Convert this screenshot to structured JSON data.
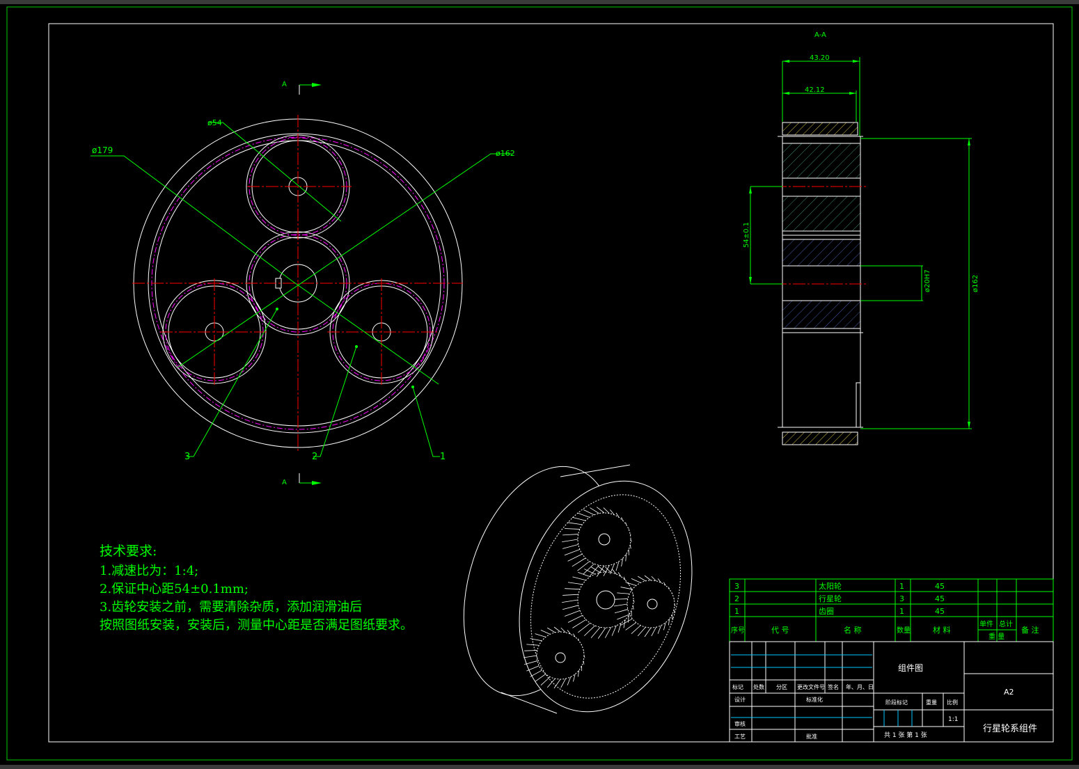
{
  "sheet": {
    "section_label": "A-A",
    "cut_marks": [
      "A",
      "A"
    ]
  },
  "front_view": {
    "dims": {
      "d54": "ø54",
      "d179": "ø179",
      "d162": "ø162"
    },
    "balloons": [
      "3",
      "2",
      "1"
    ]
  },
  "section_view": {
    "dims": {
      "w1": "43.20",
      "w2": "42.12",
      "center": "54±0.1",
      "bore": "ø20H7",
      "pitch": "ø162"
    }
  },
  "tech_requirements": {
    "title": "技术要求:",
    "lines": [
      "1.减速比为：1:4;",
      "2.保证中心距54±0.1mm;",
      "3.齿轮安装之前，需要清除杂质，添加润滑油后",
      "按照图纸安装，安装后，测量中心距是否满足图纸要求。"
    ]
  },
  "bom": {
    "rows": [
      {
        "no": "3",
        "name": "太阳轮",
        "qty": "1",
        "material": "45"
      },
      {
        "no": "2",
        "name": "行星轮",
        "qty": "3",
        "material": "45"
      },
      {
        "no": "1",
        "name": "齿圈",
        "qty": "1",
        "material": "45"
      }
    ],
    "header": {
      "no": "序号",
      "code": "代 号",
      "name": "名 称",
      "qty": "数量",
      "material": "材 料",
      "unit": "单件",
      "total": "总计",
      "weight": "重 量",
      "remark": "备 注"
    }
  },
  "title_block": {
    "drawing_type": "组件图",
    "size": "A2",
    "title": "行星轮系组件",
    "scale": "1:1",
    "labels": {
      "mark": "标记",
      "count": "处数",
      "zone": "分区",
      "change_doc": "更改文件号",
      "sign": "签名",
      "date": "年、月、日",
      "design": "设计",
      "standard": "标准化",
      "stage": "阶段标记",
      "weight": "重量",
      "ratio": "比例",
      "review": "审核",
      "process": "工艺",
      "approve": "批准",
      "sheets": "共 1 张 第 1 张"
    }
  },
  "colors": {
    "outline": "#ffffff",
    "dimension": "#00ff00",
    "centerline": "#ff0000",
    "pitch": "#ff00ff",
    "hatch_yellow": "#d4c04a",
    "hatch_green": "#3a8a6a",
    "hatch_blue": "#4a5aa8",
    "cyan": "#00c8ff"
  }
}
